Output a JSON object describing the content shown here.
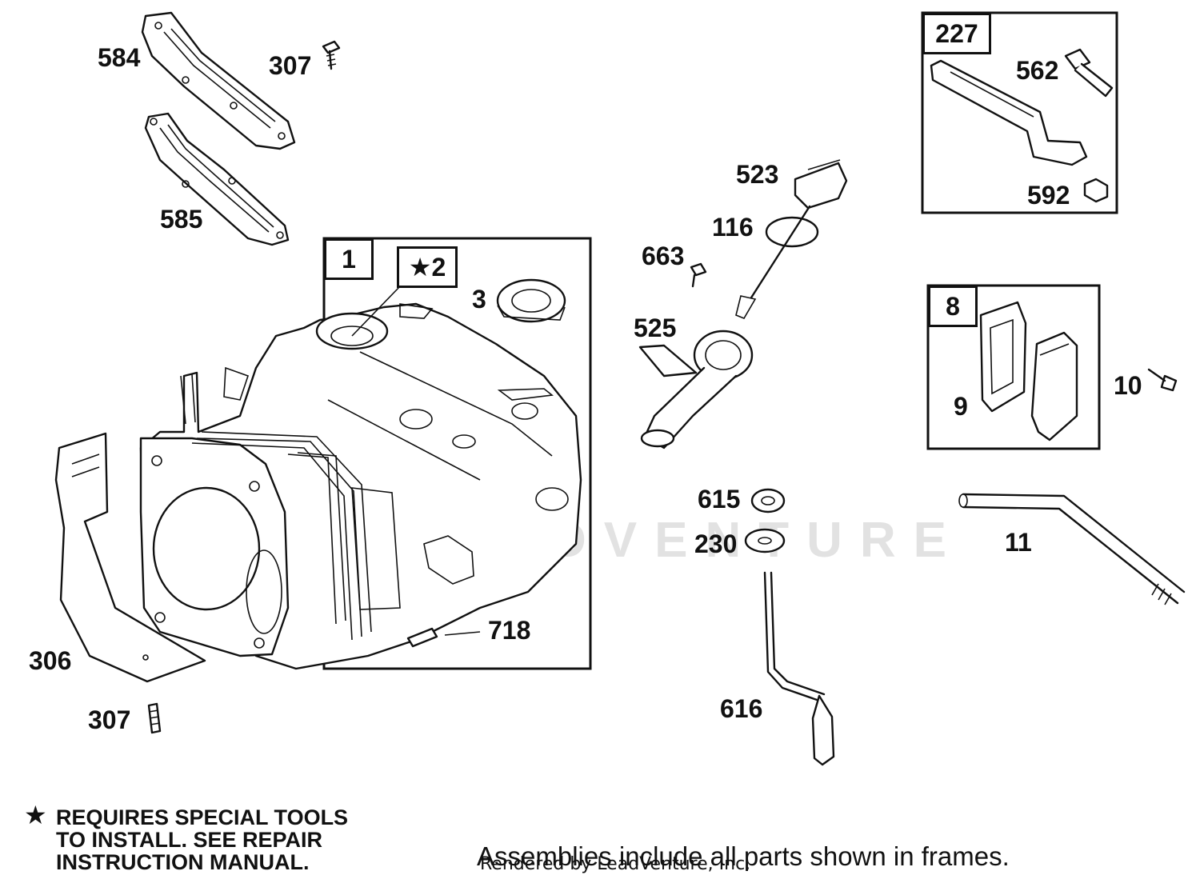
{
  "callouts": {
    "c584": "584",
    "c307a": "307",
    "c585": "585",
    "c3": "3",
    "c306": "306",
    "c307b": "307",
    "c718": "718",
    "c523": "523",
    "c116": "116",
    "c663": "663",
    "c525": "525",
    "c615": "615",
    "c230": "230",
    "c616": "616",
    "c562": "562",
    "c592": "592",
    "c9": "9",
    "c10": "10",
    "c11": "11"
  },
  "frames": {
    "f1": "1",
    "f2": "★2",
    "f227": "227",
    "f8": "8"
  },
  "note": {
    "star": "★",
    "line1": "REQUIRES SPECIAL TOOLS",
    "line2": "TO INSTALL.  SEE REPAIR",
    "line3": "INSTRUCTION MANUAL."
  },
  "footer": "Assemblies include all parts shown in frames.",
  "credit": "Rendered by LeadVenture, Inc.",
  "watermark": "LEADVENTURE"
}
